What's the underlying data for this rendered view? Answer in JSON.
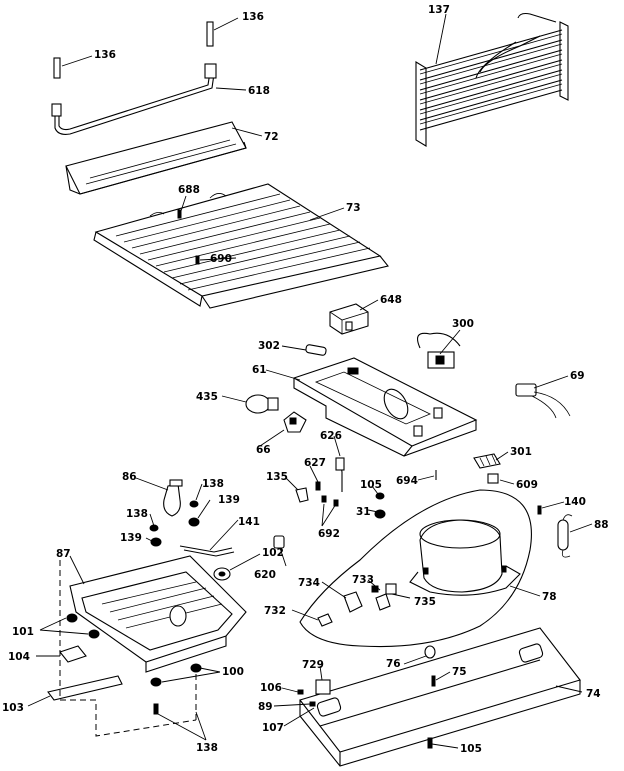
{
  "callouts": [
    {
      "id": "c136a",
      "label": "136"
    },
    {
      "id": "c137",
      "label": "137"
    },
    {
      "id": "c136b",
      "label": "136"
    },
    {
      "id": "c618",
      "label": "618"
    },
    {
      "id": "c72",
      "label": "72"
    },
    {
      "id": "c688",
      "label": "688"
    },
    {
      "id": "c73",
      "label": "73"
    },
    {
      "id": "c690",
      "label": "690"
    },
    {
      "id": "c648",
      "label": "648"
    },
    {
      "id": "c300",
      "label": "300"
    },
    {
      "id": "c302",
      "label": "302"
    },
    {
      "id": "c61",
      "label": "61"
    },
    {
      "id": "c69",
      "label": "69"
    },
    {
      "id": "c435",
      "label": "435"
    },
    {
      "id": "c66",
      "label": "66"
    },
    {
      "id": "c626",
      "label": "626"
    },
    {
      "id": "c301",
      "label": "301"
    },
    {
      "id": "c86",
      "label": "86"
    },
    {
      "id": "c138a",
      "label": "138"
    },
    {
      "id": "c627",
      "label": "627"
    },
    {
      "id": "c135",
      "label": "135"
    },
    {
      "id": "c694",
      "label": "694"
    },
    {
      "id": "c609",
      "label": "609"
    },
    {
      "id": "c105a",
      "label": "105"
    },
    {
      "id": "c139a",
      "label": "139"
    },
    {
      "id": "c138b",
      "label": "138"
    },
    {
      "id": "c31",
      "label": "31"
    },
    {
      "id": "c140",
      "label": "140"
    },
    {
      "id": "c141",
      "label": "141"
    },
    {
      "id": "c692",
      "label": "692"
    },
    {
      "id": "c88",
      "label": "88"
    },
    {
      "id": "c139b",
      "label": "139"
    },
    {
      "id": "c87",
      "label": "87"
    },
    {
      "id": "c102",
      "label": "102"
    },
    {
      "id": "c620",
      "label": "620"
    },
    {
      "id": "c734",
      "label": "734"
    },
    {
      "id": "c733",
      "label": "733"
    },
    {
      "id": "c78",
      "label": "78"
    },
    {
      "id": "c735",
      "label": "735"
    },
    {
      "id": "c732",
      "label": "732"
    },
    {
      "id": "c101",
      "label": "101"
    },
    {
      "id": "c104",
      "label": "104"
    },
    {
      "id": "c76",
      "label": "76"
    },
    {
      "id": "c729",
      "label": "729"
    },
    {
      "id": "c75",
      "label": "75"
    },
    {
      "id": "c100",
      "label": "100"
    },
    {
      "id": "c106",
      "label": "106"
    },
    {
      "id": "c74",
      "label": "74"
    },
    {
      "id": "c103",
      "label": "103"
    },
    {
      "id": "c89",
      "label": "89"
    },
    {
      "id": "c107",
      "label": "107"
    },
    {
      "id": "c138c",
      "label": "138"
    },
    {
      "id": "c105b",
      "label": "105"
    }
  ]
}
